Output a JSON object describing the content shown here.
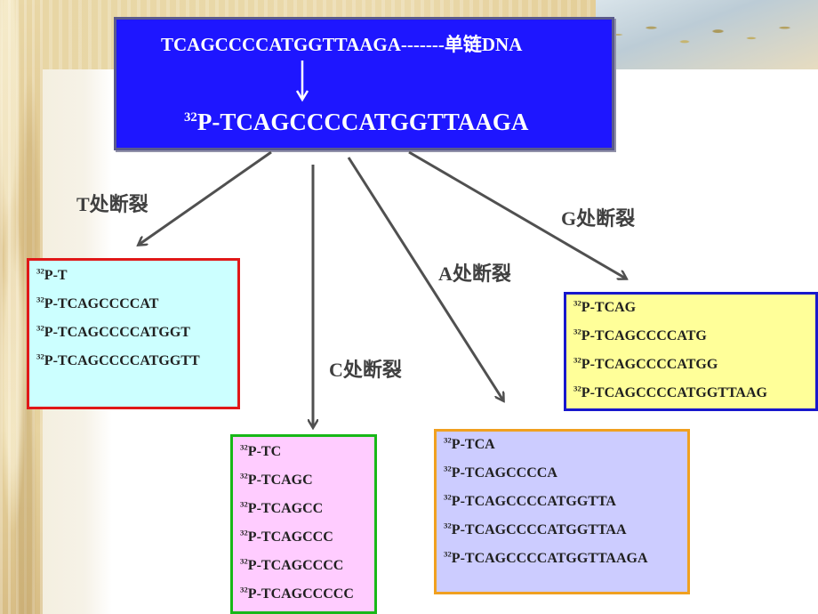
{
  "source": {
    "sequence": "TCAGCCCCATGGTTAAGA",
    "dashes": "-------",
    "label": "单链DNA",
    "isotope": "32",
    "labeled_prefix": "P-",
    "labeled_sequence": "TCAGCCCCATGGTTAAGA"
  },
  "cleavage_labels": {
    "T": "T处断裂",
    "C": "C处断裂",
    "A": "A处断裂",
    "G": "G处断裂"
  },
  "fragments": {
    "T": [
      "P-T",
      "P-TCAGCCCCAT",
      "P-TCAGCCCCATGGT",
      "P-TCAGCCCCATGGTT"
    ],
    "C": [
      "P-TC",
      "P-TCAGC",
      "P-TCAGCC",
      "P-TCAGCCC",
      "P-TCAGCCCC",
      "P-TCAGCCCCC"
    ],
    "A": [
      "P-TCA",
      "P-TCAGCCCCA",
      "P-TCAGCCCCATGGTTA",
      "P-TCAGCCCCATGGTTAA",
      "P-TCAGCCCCATGGTTAAGA"
    ],
    "G": [
      "P-TCAG",
      "P-TCAGCCCCATG",
      "P-TCAGCCCCATGG",
      "P-TCAGCCCCATGGTTAAG"
    ]
  },
  "isotope": "32",
  "colors": {
    "top_box": "#1e16ff",
    "T_box": "#ccffff",
    "T_border": "#e01818",
    "C_box": "#ffccff",
    "C_border": "#18b818",
    "A_box": "#ccccff",
    "A_border": "#f0a020",
    "G_box": "#ffff99",
    "G_border": "#1818cc",
    "arrow": "#505050"
  }
}
